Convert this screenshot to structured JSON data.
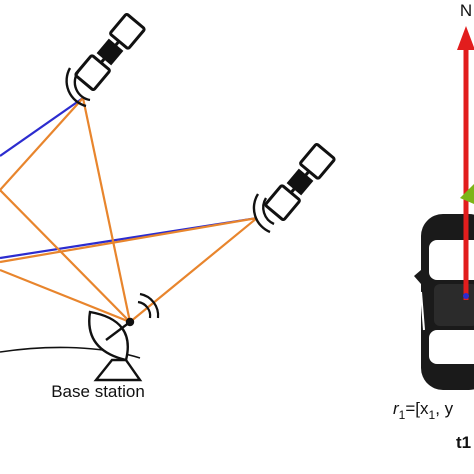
{
  "labels": {
    "base_station": "Base station",
    "north": "N",
    "r_prefix": "r",
    "r_sub": "1",
    "r_eq": "=[x",
    "x_sub": "1",
    "r_tail": ", y",
    "time": "t1"
  },
  "colors": {
    "blue_link": "#2c2ccf",
    "orange_link": "#e8852d",
    "north_arrow": "#e21d1d",
    "heading_arrow": "#7cb518",
    "outline": "#111111"
  },
  "icons": [
    "satellite-icon",
    "satellite-icon",
    "dish-antenna-icon",
    "car-icon"
  ]
}
